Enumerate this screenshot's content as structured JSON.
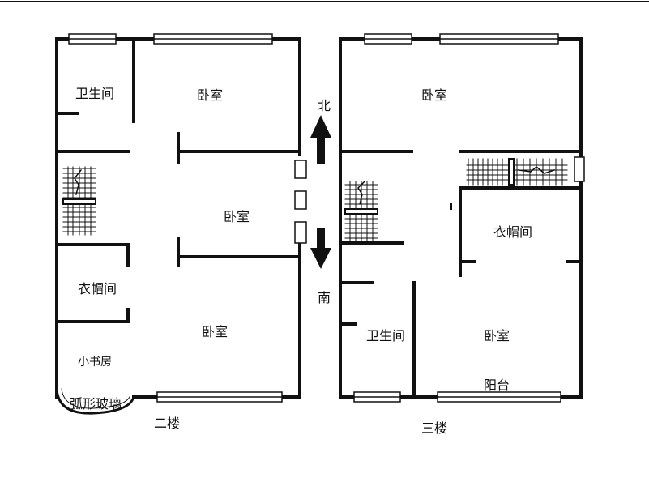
{
  "floor2": {
    "label": "二楼",
    "rooms": {
      "bathroom": "卫生间",
      "bedroom_top": "卧室",
      "bedroom_mid": "卧室",
      "closet": "衣帽间",
      "bedroom_bottom": "卧室",
      "study": "小书房",
      "bay_glass": "弧形玻璃"
    }
  },
  "floor3": {
    "label": "三楼",
    "rooms": {
      "bedroom_top": "卧室",
      "closet": "衣帽间",
      "bathroom": "卫生间",
      "bedroom": "卧室",
      "balcony": "阳台"
    }
  },
  "compass": {
    "north": "北",
    "south": "南"
  },
  "colors": {
    "wall": "#111111",
    "background": "#ffffff"
  }
}
